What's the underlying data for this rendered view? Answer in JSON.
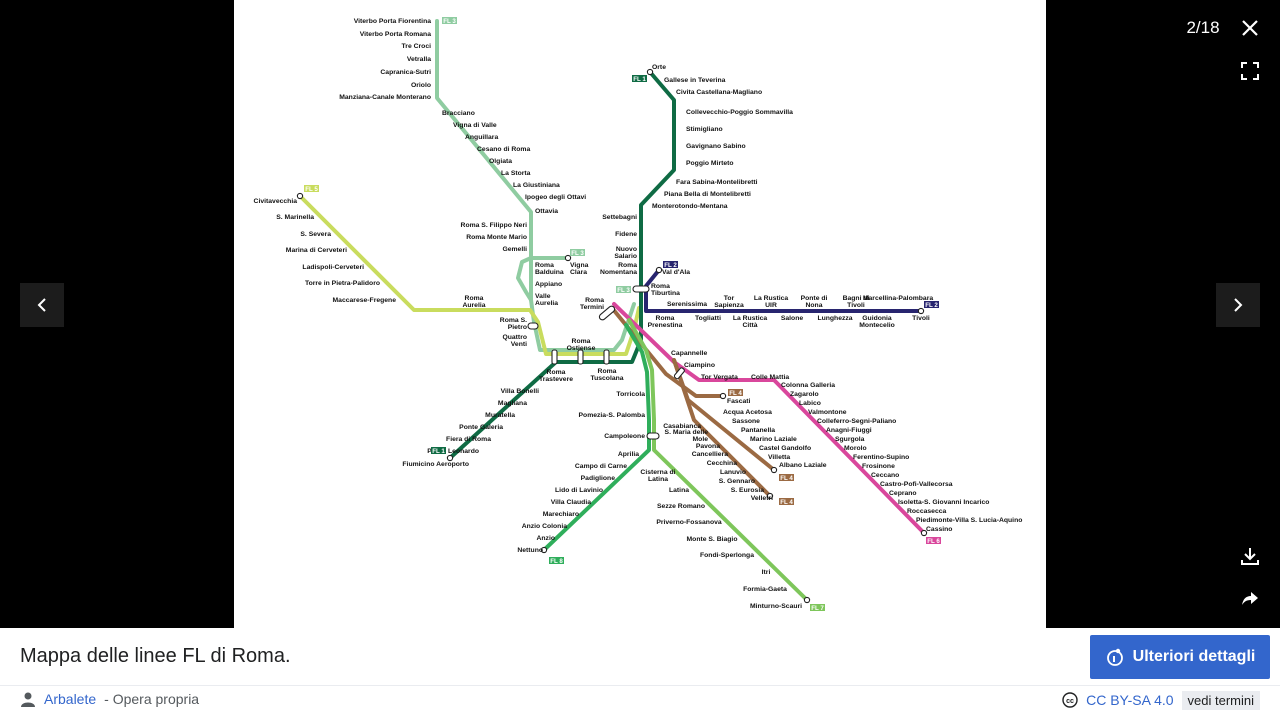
{
  "viewer": {
    "counter": "2/18",
    "icons": {
      "close": "close-icon",
      "fullscreen": "fullscreen-icon",
      "prev": "chevron-left-icon",
      "next": "chevron-right-icon",
      "download": "download-icon",
      "share": "share-icon"
    }
  },
  "map": {
    "colors": {
      "FL1": "#0f6b44",
      "FL2": "#28256f",
      "FL3": "#8fcca1",
      "FL4": "#9b6a43",
      "FL5": "#c9dc5e",
      "FL6": "#d9479c",
      "FL7": "#7ec65b",
      "FL8": "#2fae5b"
    },
    "line_tags": [
      "FL 1",
      "FL 2",
      "FL 3",
      "FL 4",
      "FL 5",
      "FL 6",
      "FL 7",
      "FL 8"
    ],
    "stations": {
      "fl3": [
        "Viterbo Porta Fiorentina",
        "Viterbo Porta Romana",
        "Tre Croci",
        "Vetralla",
        "Capranica-Sutri",
        "Oriolo",
        "Manziana-Canale Monterano",
        "Bracciano",
        "Vigna di Valle",
        "Anguillara",
        "Cesano di Roma",
        "Olgiata",
        "La Storta",
        "La Giustiniana",
        "Ipogeo degli Ottavi",
        "Ottavia",
        "Roma S. Filippo Neri",
        "Roma Monte Mario",
        "Gemelli",
        "Vigna Clara",
        "Roma Balduina",
        "Appiano",
        "Valle Aurelia"
      ],
      "fl1": [
        "Orte",
        "Gallese in Teverina",
        "Civita Castellana-Magliano",
        "Collevecchio-Poggio Sommavilla",
        "Stimigliano",
        "Gavignano Sabino",
        "Poggio Mirteto",
        "Fara Sabina-Montelibretti",
        "Piana Bella di Montelibretti",
        "Monterotondo-Mentana",
        "Settebagni",
        "Fidene",
        "Nuovo Salario",
        "Roma Nomentana",
        "Roma Tiburtina",
        "Roma Trastevere",
        "Villa Bonelli",
        "Magliana",
        "Muratella",
        "Ponte Galeria",
        "Fiera di Roma",
        "Parco Leonardo",
        "Fiumicino Aeroporto"
      ],
      "fl5": [
        "Civitavecchia",
        "S. Marinella",
        "S. Severa",
        "Marina di Cerveteri",
        "Ladispoli-Cerveteri",
        "Torre in Pietra-Palidoro",
        "Maccarese-Fregene",
        "Roma Aurelia",
        "Roma S. Pietro",
        "Quattro Venti"
      ],
      "fl2": [
        "Val d'Ala",
        "Roma Prenestina",
        "Serenissima",
        "Togliatti",
        "Tor Sapienza",
        "La Rustica UIR",
        "La Rustica Città",
        "Salone",
        "Ponte di Nona",
        "Lunghezza",
        "Bagni di Tivoli",
        "Guidonia Montecelio",
        "Marcellina-Palombara",
        "Tivoli"
      ],
      "central": [
        "Roma Termini",
        "Roma Ostiense",
        "Roma Tuscolana",
        "Capannelle",
        "Ciampino"
      ],
      "fl4": [
        "Tor Vergata",
        "Fascati",
        "Acqua Acetosa",
        "Sassone",
        "Pantanella",
        "Marino Laziale",
        "Castel Gandolfo",
        "Albano Laziale",
        "Casabianca",
        "S. Maria delle Mole",
        "Pavona",
        "Cancelliera",
        "Cecchina",
        "Lanuvio",
        "S. Gennaro",
        "S. Eurosia",
        "Villetta",
        "Velletri"
      ],
      "fl6": [
        "Colle Mattia",
        "Colonna Galleria",
        "Zagarolo",
        "Labico",
        "Valmontone",
        "Colleferro-Segni-Paliano",
        "Anagni-Fiuggi",
        "Sgurgola",
        "Morolo",
        "Ferentino-Supino",
        "Frosinone",
        "Ceccano",
        "Castro-Pofi-Vallecorsa",
        "Ceprano",
        "Isoletta-S. Giovanni Incarico",
        "Roccasecca",
        "Piedimonte-Villa S. Lucia-Aquino",
        "Cassino"
      ],
      "fl7": [
        "Torricola",
        "Pomezia-S. Palomba",
        "Campoleone",
        "Cisterna di Latina",
        "Latina",
        "Sezze Romano",
        "Priverno-Fossanova",
        "Monte S. Biagio",
        "Fondi-Sperlonga",
        "Itri",
        "Formia-Gaeta",
        "Minturno-Scauri"
      ],
      "fl8": [
        "Aprilia",
        "Campo di Carne",
        "Padiglione",
        "Lido di Lavinio",
        "Villa Claudia",
        "Marechiaro",
        "Anzio Colonia",
        "Anzio",
        "Nettuno"
      ]
    }
  },
  "footer": {
    "caption": "Mappa delle linee FL di Roma.",
    "details_button": "Ulteriori dettagli",
    "author": "Arbalete",
    "author_suffix": "- Opera propria",
    "license": "CC BY-SA 4.0",
    "terms": "vedi termini"
  }
}
